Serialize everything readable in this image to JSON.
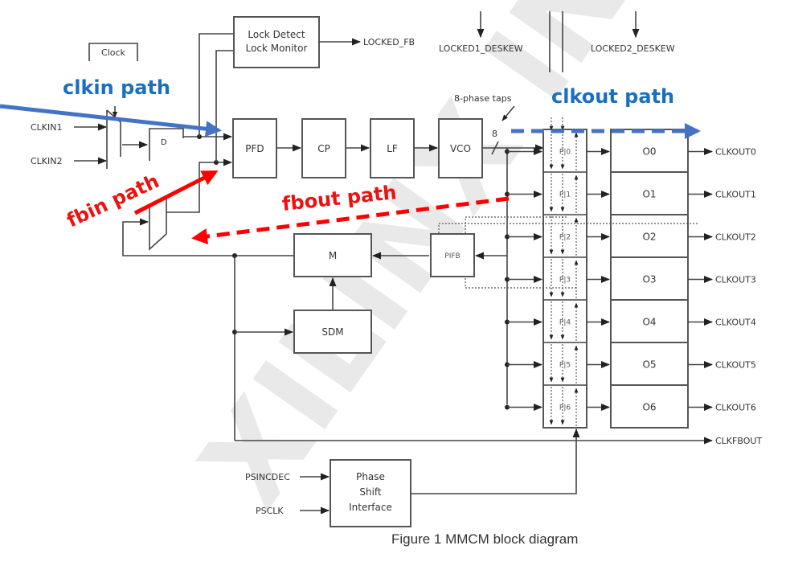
{
  "watermark": "XILINX INC",
  "caption": "Figure 1 MMCM block diagram",
  "inputs": {
    "clkin1": "CLKIN1",
    "clkin2": "CLKIN2",
    "clock_label": "Clock",
    "psincdec": "PSINCDEC",
    "psclk": "PSCLK"
  },
  "blocks": {
    "lock_detect_line1": "Lock Detect",
    "lock_detect_line2": "Lock Monitor",
    "pfd": "PFD",
    "cp": "CP",
    "lf": "LF",
    "vco": "VCO",
    "m": "M",
    "sdm": "SDM",
    "pifb": "PIFB",
    "ps_line1": "Phase",
    "ps_line2": "Shift",
    "ps_line3": "Interface",
    "d": "D"
  },
  "signals": {
    "locked_fb": "LOCKED_FB",
    "locked1_deskew": "LOCKED1_DESKEW",
    "locked2_deskew": "LOCKED2_DESKEW",
    "phase_taps": "8-phase taps",
    "bus_width": "8",
    "clkfbout": "CLKFBOUT"
  },
  "phase_interpolators": [
    "P|0",
    "P|1",
    "P|2",
    "P|3",
    "P|4",
    "P|5",
    "P|6"
  ],
  "dividers": [
    "O0",
    "O1",
    "O2",
    "O3",
    "O4",
    "O5",
    "O6"
  ],
  "outputs": [
    "CLKOUT0",
    "CLKOUT1",
    "CLKOUT2",
    "CLKOUT3",
    "CLKOUT4",
    "CLKOUT5",
    "CLKOUT6"
  ],
  "annotations": {
    "clkin_path": "clkin path",
    "fbin_path": "fbin path",
    "fbout_path": "fbout path",
    "clkout_path": "clkout path"
  },
  "colors": {
    "clkin_path": "#4472c4",
    "clkout_path": "#4472c4",
    "fbin_path": "#ff0000",
    "fbout_path": "#ff0000",
    "annotation_blue_text": "#1b6fbf",
    "annotation_red_text": "#ee1111"
  }
}
